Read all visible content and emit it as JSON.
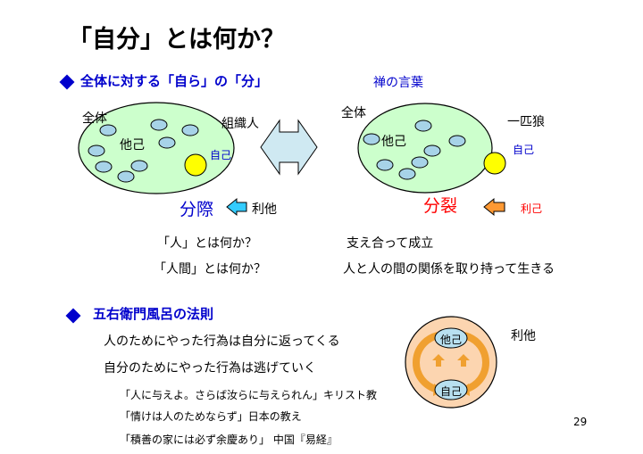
{
  "title": "「自分」とは何か？",
  "section1": {
    "heading": "全体に対する「自ら」の「分」",
    "zen_label": "禅の言葉",
    "left": {
      "whole": "全体",
      "others": "他己",
      "member": "組織人",
      "self": "自己",
      "result": "分際",
      "altruism": "利他"
    },
    "right": {
      "whole": "全体",
      "others": "他己",
      "loner": "一匹狼",
      "self": "自己",
      "result": "分裂",
      "egoism": "利己"
    },
    "q1": "「人」とは何か？",
    "a1": "支え合って成立",
    "q2": "「人間」とは何か？",
    "a2": "人と人の間の関係を取り持って生きる"
  },
  "section2": {
    "heading": "五右衛門風呂の法則",
    "line1": "人のためにやった行為は自分に返ってくる",
    "line2": "自分のためにやった行為は逃げていく",
    "quote1": "「人に与えよ。さらば汝らに与えられん」キリスト教",
    "quote2": "「情けは人のためならず」日本の教え",
    "quote3": "「積善の家には必ず余慶あり」 中国『易経』",
    "diagram": {
      "others": "他己",
      "self": "自己",
      "altruism": "利他"
    }
  },
  "page_number": "29",
  "colors": {
    "accent_blue": "#0000cc",
    "accent_red": "#ff0000",
    "ellipse_fill": "#ccffcc",
    "cell_fill": "#a7d3e8",
    "self_yellow": "#ffff00",
    "arrow_cyan": "#33ccff",
    "arrow_orange": "#ff9933"
  }
}
